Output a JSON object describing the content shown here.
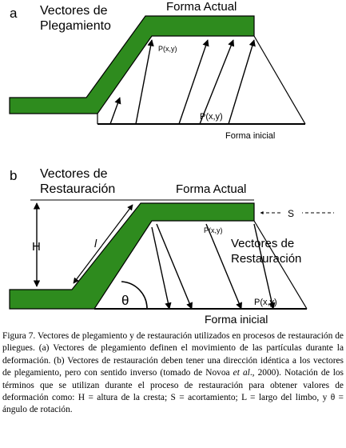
{
  "panel_a": {
    "letter": "a",
    "title_line1": "Vectores de",
    "title_line2": "Plegamiento",
    "current_shape": "Forma Actual",
    "point_upper": "P(x,y)",
    "point_lower": "P(x,y)",
    "initial_shape": "Forma inicial"
  },
  "panel_b": {
    "letter": "b",
    "title_line1": "Vectores de",
    "title_line2": "Restauración",
    "current_shape": "Forma Actual",
    "s_label": "S",
    "h_label": "H",
    "l_label": "l",
    "point_upper": "P(x,y)",
    "vectors_line1": "Vectores de",
    "vectors_line2": "Restauración",
    "theta": "θ",
    "point_lower": "P(x,y)",
    "initial_shape": "Forma inicial"
  },
  "caption": {
    "part1": "Figura 7. Vectores de plegamiento y de restauración utilizados en procesos de restauración de pliegues. (a) Vectores de plegamiento definen el movimiento de las partículas durante la deformación. (b) Vectores de restauración deben tener una dirección idéntica a los vectores de plegamiento, pero con sentido inverso (tomado de Novoa ",
    "etal": "et al",
    "part2": "., 2000). Notación de los términos que se utilizan durante el proceso de restauración para obtener valores de deformación como: H = altura de la cresta; S = acortamiento; L = largo del limbo, y θ = ángulo de rotación."
  },
  "colors": {
    "layer_fill": "#2e8b1e",
    "line": "#000000"
  }
}
